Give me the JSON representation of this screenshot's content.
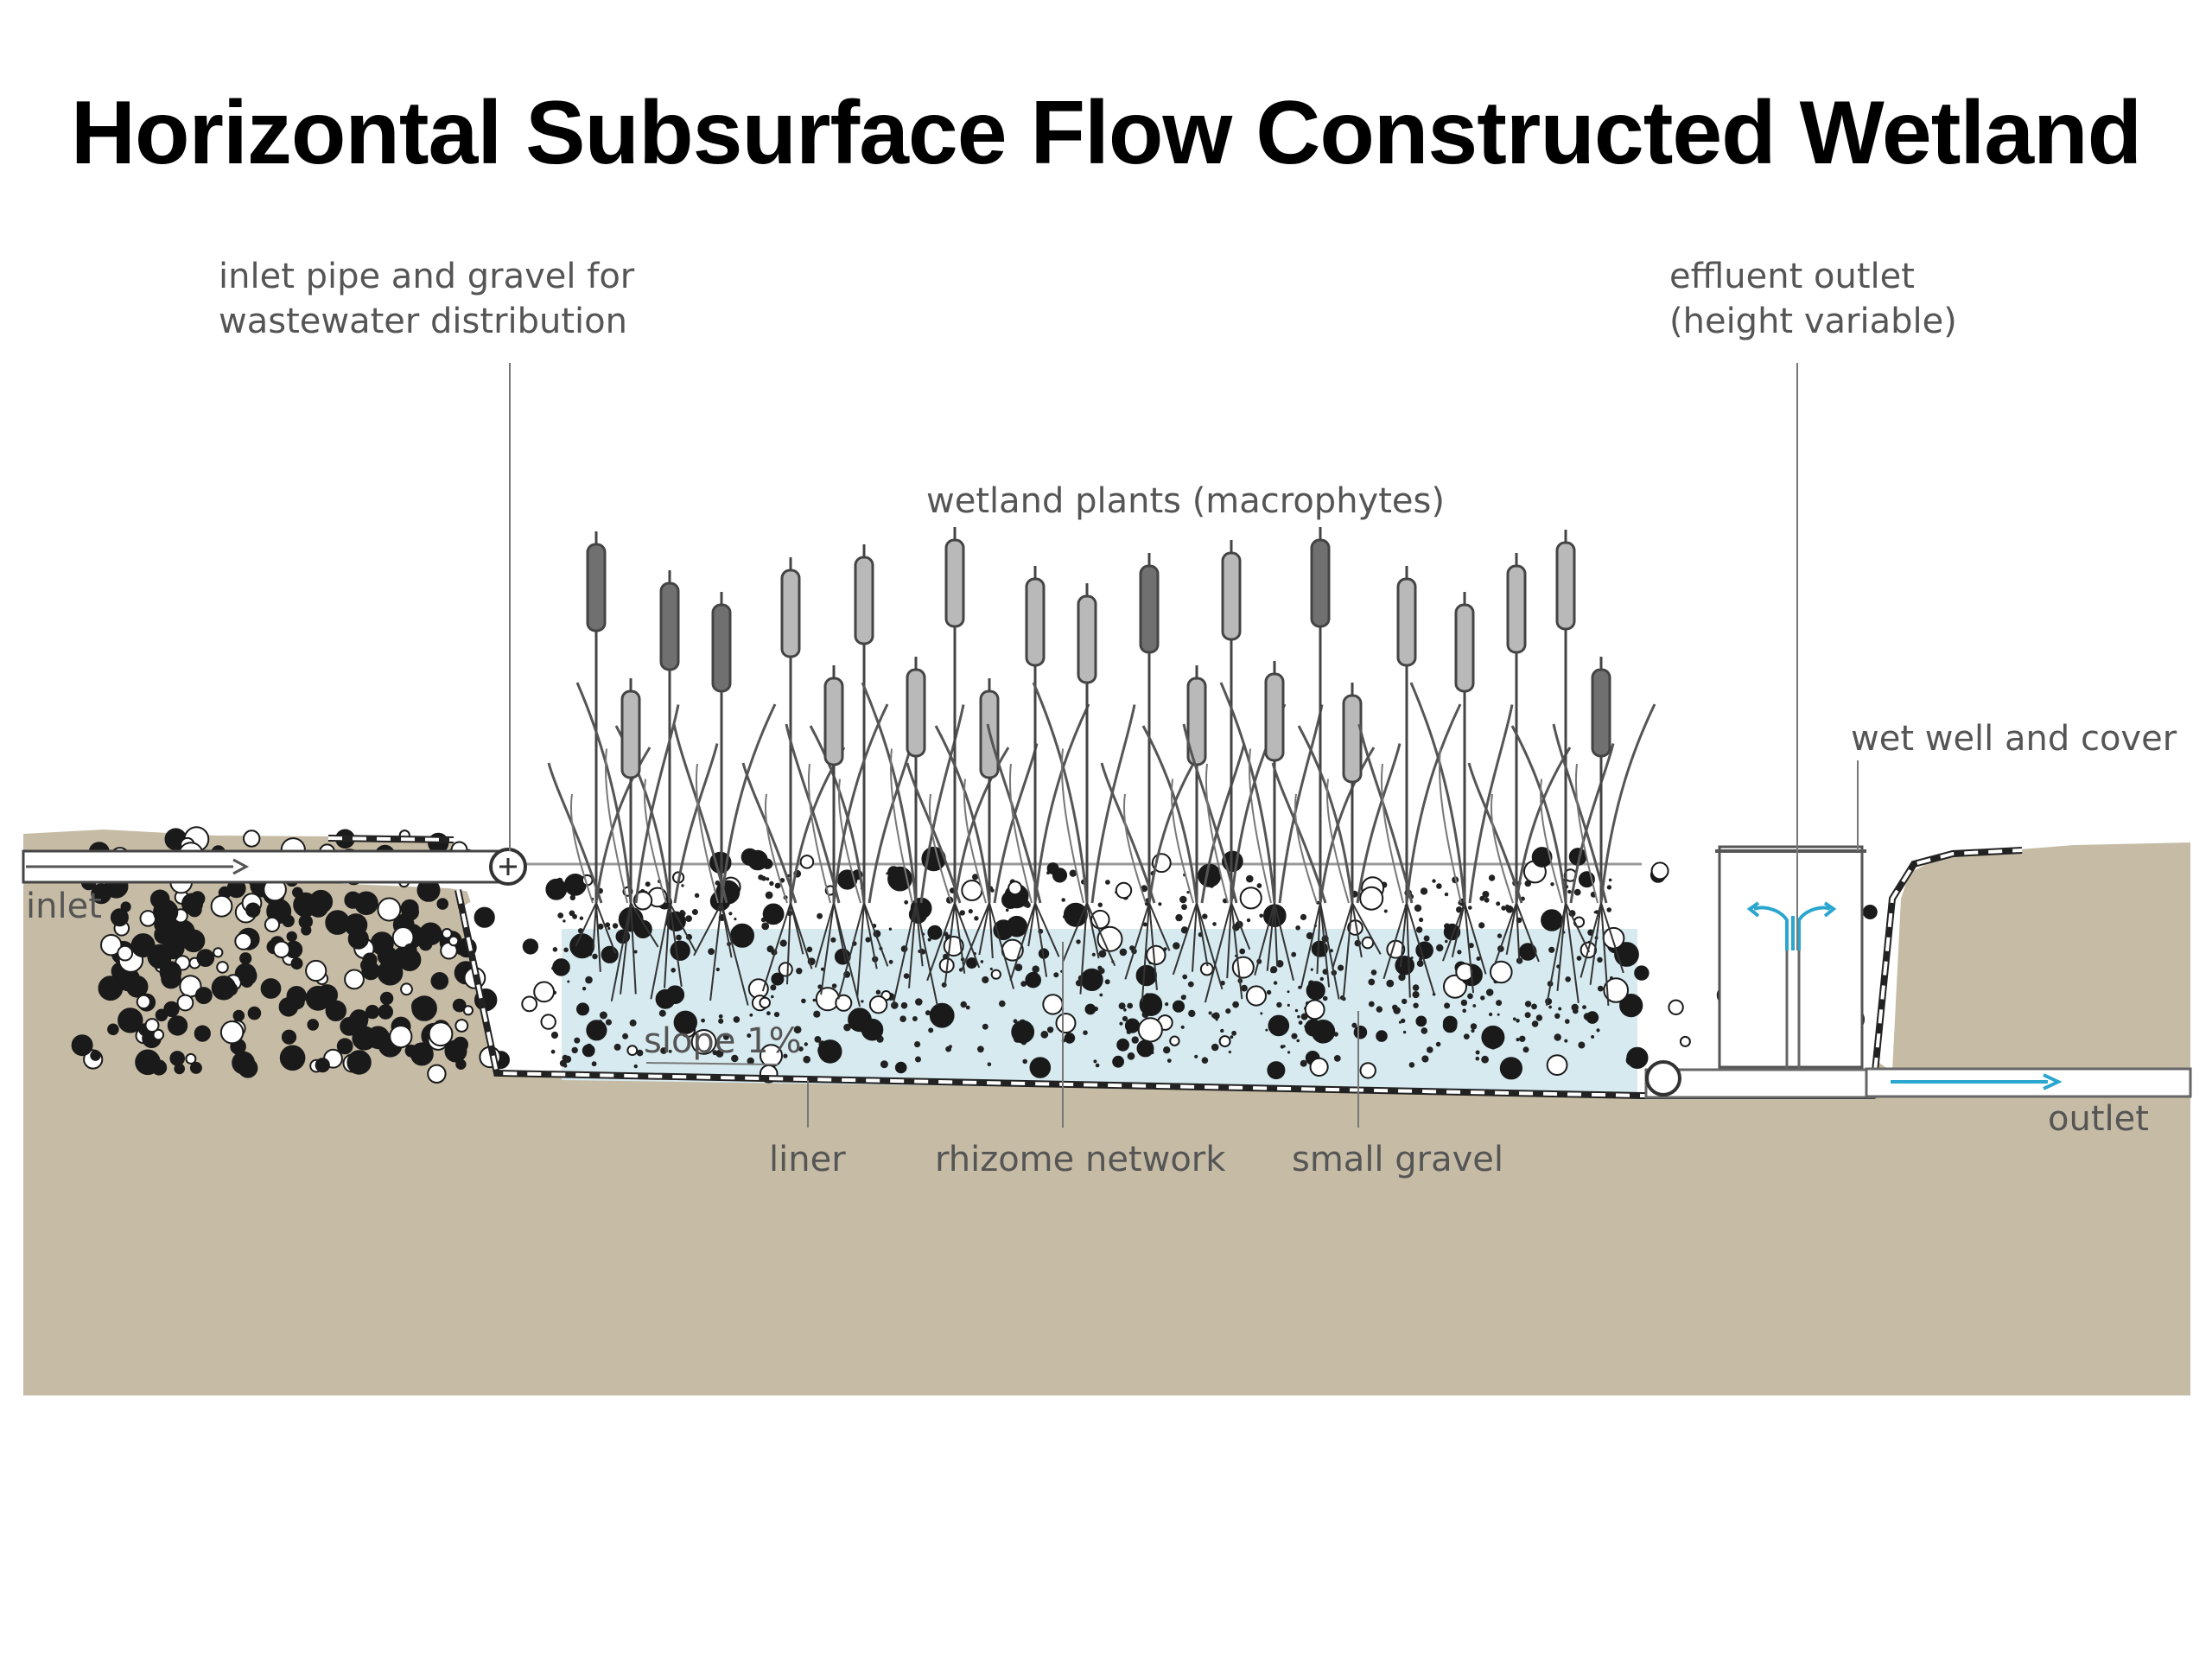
{
  "title": "Horizontal Subsurface Flow Constructed Wetland",
  "labels": {
    "inlet_pipe_line1": "inlet pipe and gravel for",
    "inlet_pipe_line2": "wastewater distribution",
    "effluent_line1": "effluent outlet",
    "effluent_line2": "(height variable)",
    "wetland_plants": "wetland plants (macrophytes)",
    "wet_well": "wet well and cover",
    "inlet": "inlet",
    "outlet": "outlet",
    "slope": "slope 1%",
    "liner": "liner",
    "rhizome": "rhizome network",
    "small_gravel": "small gravel"
  },
  "colors": {
    "soil": "#c6bca6",
    "water": "#d6eaf0",
    "flow_arrow": "#2aa6cf",
    "plant_head_dark": "#707070",
    "plant_head_light": "#b9b9b9"
  }
}
